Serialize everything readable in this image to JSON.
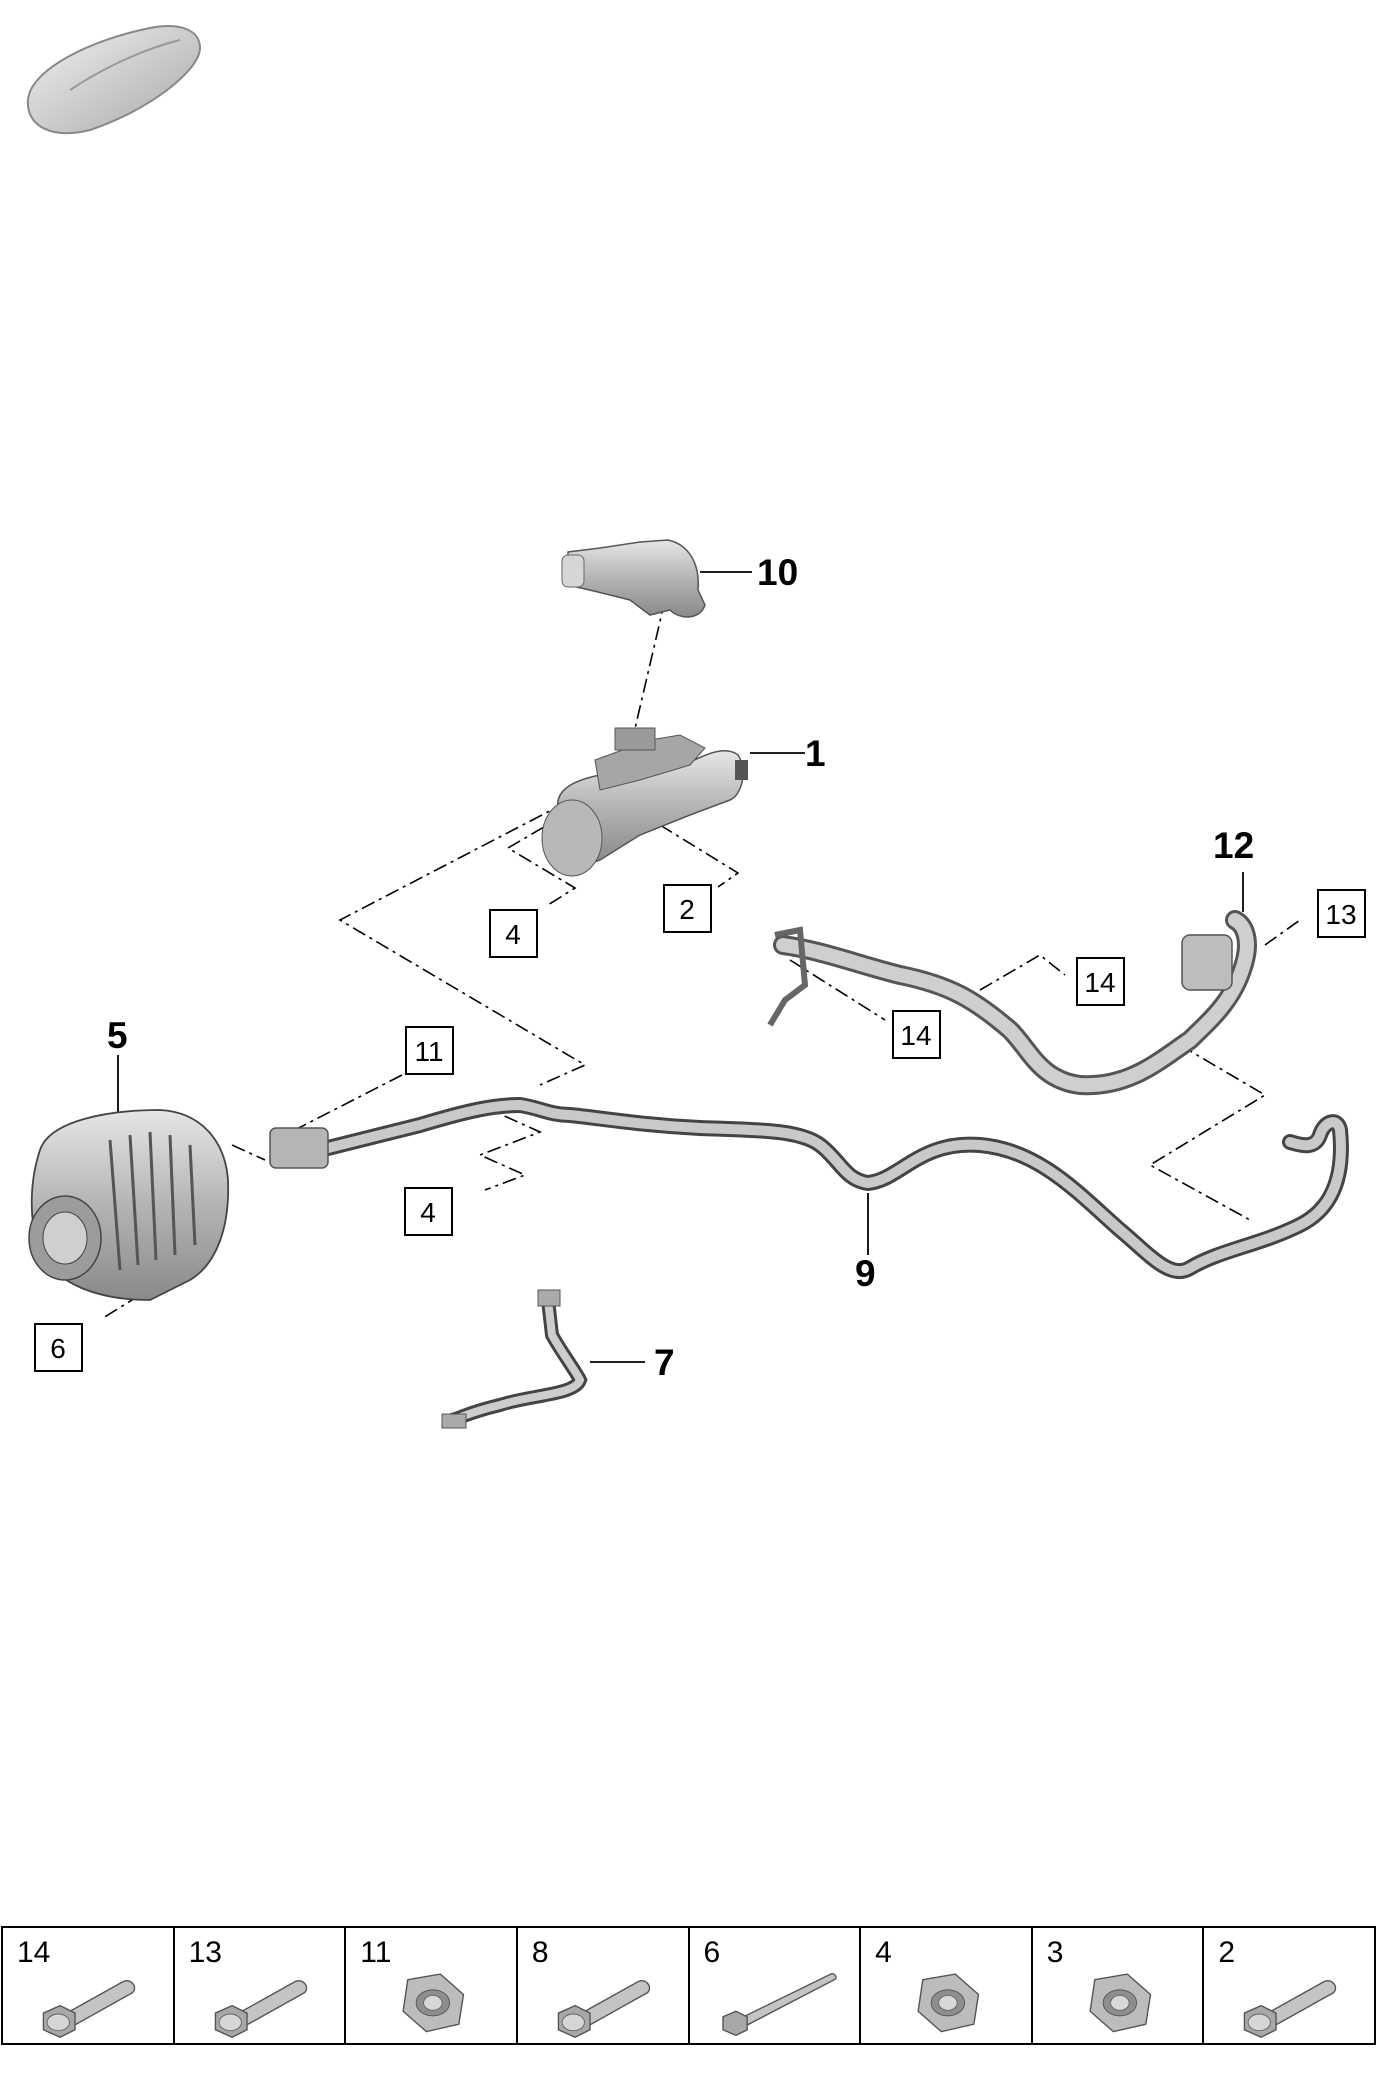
{
  "callouts": {
    "c1": "1",
    "c5": "5",
    "c7": "7",
    "c9": "9",
    "c10": "10",
    "c12": "12"
  },
  "boxed_refs": {
    "b2": "2",
    "b4a": "4",
    "b4b": "4",
    "b6": "6",
    "b11": "11",
    "b13": "13",
    "b14a": "14",
    "b14b": "14"
  },
  "hardware_strip": [
    {
      "number": "14",
      "icon": "bolt-icon"
    },
    {
      "number": "13",
      "icon": "bolt-icon"
    },
    {
      "number": "11",
      "icon": "nut-icon"
    },
    {
      "number": "8",
      "icon": "bolt-icon"
    },
    {
      "number": "6",
      "icon": "long-bolt-icon"
    },
    {
      "number": "4",
      "icon": "nut-icon"
    },
    {
      "number": "3",
      "icon": "nut-icon"
    },
    {
      "number": "2",
      "icon": "bolt-icon"
    }
  ],
  "colors": {
    "part_fill": "#c8c8c8",
    "part_dark": "#7a7a7a",
    "line": "#000000"
  }
}
